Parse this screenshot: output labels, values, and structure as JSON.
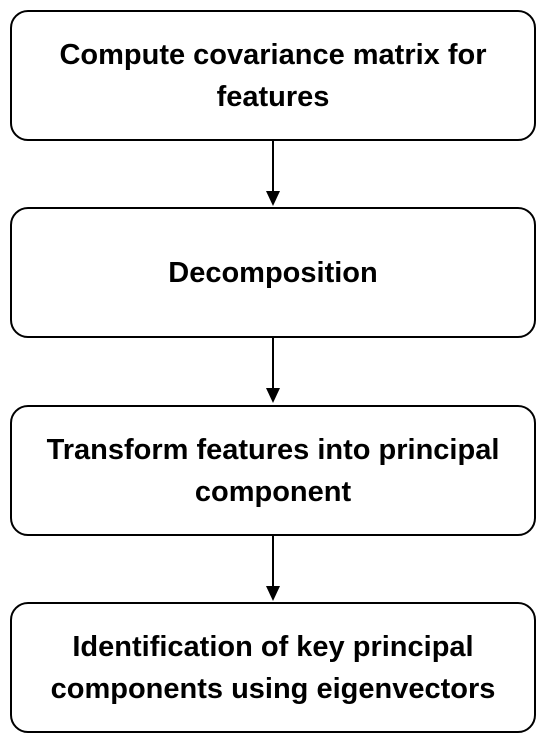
{
  "steps": [
    {
      "label": "Compute covariance matrix for features"
    },
    {
      "label": "Decomposition"
    },
    {
      "label": "Transform features into principal component"
    },
    {
      "label": "Identification of key principal components using eigenvectors"
    }
  ],
  "colors": {
    "border": "#000000",
    "text": "#000000",
    "arrow": "#000000",
    "background": "#ffffff"
  }
}
